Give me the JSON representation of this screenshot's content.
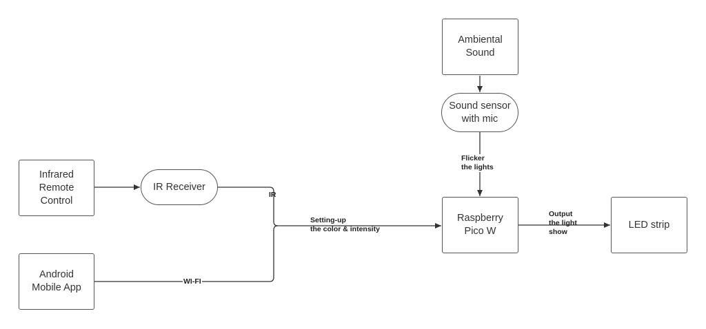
{
  "nodes": {
    "infrared_remote": "Infrared\nRemote\nControl",
    "ir_receiver": "IR Receiver",
    "android_app": "Android\nMobile App",
    "ambiental_sound": "Ambiental\nSound",
    "sound_sensor": "Sound sensor\nwith mic",
    "pico": "Raspberry\nPico W",
    "led_strip": "LED strip"
  },
  "edges": {
    "ir": "IR",
    "wifi": "WI-FI",
    "setup": "Setting-up\nthe color & intensity",
    "flicker": "Flicker\nthe lights",
    "output": "Output\nthe light\nshow"
  },
  "colors": {
    "line": "#333333",
    "border": "#555555",
    "text": "#333333"
  }
}
